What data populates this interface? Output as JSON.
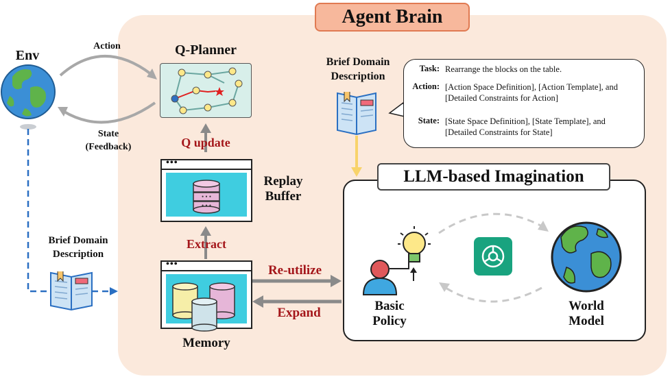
{
  "agent_brain": {
    "title": "Agent Brain"
  },
  "env": {
    "label": "Env"
  },
  "loop": {
    "action_label": "Action",
    "state_label_line1": "State",
    "state_label_line2": "(Feedback)"
  },
  "q_planner": {
    "title": "Q-Planner"
  },
  "q_update": {
    "label": "Q update"
  },
  "replay_buffer": {
    "line1": "Replay",
    "line2": "Buffer"
  },
  "extract": {
    "label": "Extract"
  },
  "memory": {
    "label": "Memory"
  },
  "reutilize": {
    "label": "Re-utilize"
  },
  "expand": {
    "label": "Expand"
  },
  "left_domain": {
    "line1": "Brief Domain",
    "line2": "Description"
  },
  "top_domain": {
    "line1": "Brief Domain",
    "line2": "Description"
  },
  "speech": {
    "task_key": "Task:",
    "task_text": "Rearrange the blocks on the table.",
    "action_key": "Action:",
    "action_line1": "[Action Space Definition], [Action Template], and",
    "action_line2": "[Detailed Constraints for Action]",
    "state_key": "State:",
    "state_line1": "[State Space Definition], [State Template], and",
    "state_line2": "[Detailed Constraints for State]"
  },
  "llm": {
    "title": "LLM-based Imagination"
  },
  "basic_policy": {
    "line1": "Basic",
    "line2": "Policy"
  },
  "world_model": {
    "line1": "World",
    "line2": "Model"
  },
  "colors": {
    "brain_bg": "#fbe9dc",
    "title_bg": "#f7b89c",
    "accent_red": "#a4161a",
    "arrow_grey": "#8a8a8a",
    "arrow_blue": "#2a6fc2",
    "arrow_yellow": "#f8d36a",
    "screen_cyan": "#3fcde0",
    "gpt_green": "#19a37f"
  }
}
